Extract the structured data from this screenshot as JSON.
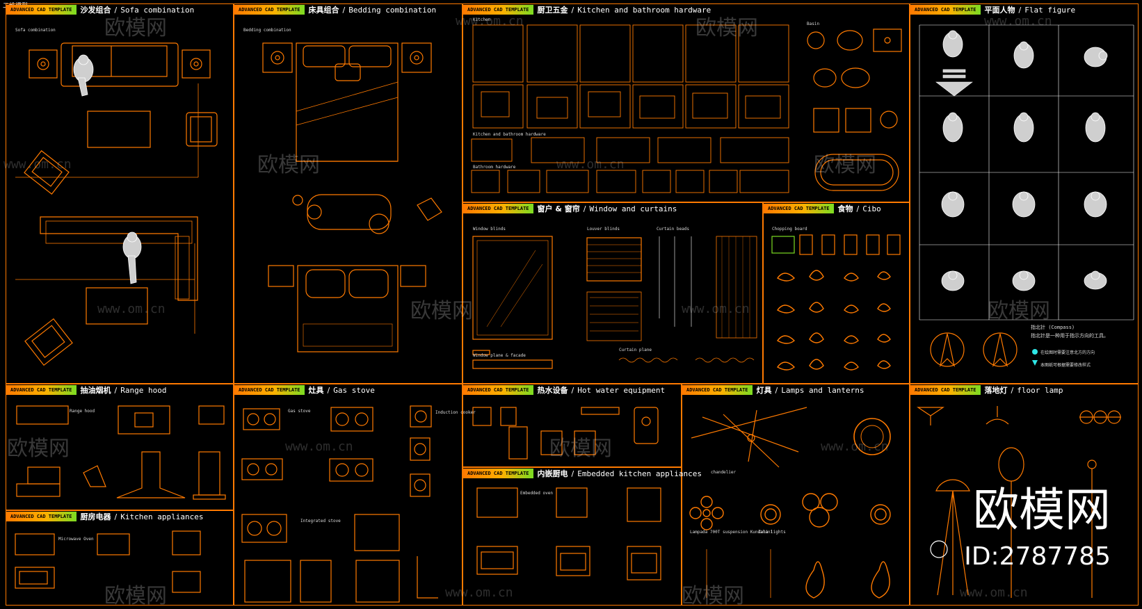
{
  "corner_label": "二维模型",
  "badge_text": "ADVANCED CAD TEMPLATE",
  "panels": [
    {
      "zh": "沙发组合",
      "en": "Sofa combination"
    },
    {
      "zh": "床具组合",
      "en": "Bedding combination"
    },
    {
      "zh": "厨卫五金",
      "en": "Kitchen and bathroom hardware"
    },
    {
      "zh": "平面人物",
      "en": "Flat figure"
    },
    {
      "zh": "窗户 & 窗帘",
      "en": "Window and curtains"
    },
    {
      "zh": "食物",
      "en": "Cibo"
    },
    {
      "zh": "抽油烟机",
      "en": "Range hood"
    },
    {
      "zh": "灶具",
      "en": "Gas stove"
    },
    {
      "zh": "热水设备",
      "en": "Hot water equipment"
    },
    {
      "zh": "灯具",
      "en": "Lamps and lanterns"
    },
    {
      "zh": "落地灯",
      "en": "floor lamp"
    },
    {
      "zh": "厨房电器",
      "en": "Kitchen appliances"
    },
    {
      "zh": "内嵌厨电",
      "en": "Embedded kitchen appliances"
    }
  ],
  "labels": {
    "sofa": "Sofa combination",
    "bedding": "Bedding combination",
    "kitchen": "Kitchen",
    "basin": "Basin",
    "kb_hardware": "Kitchen and bathroom hardware",
    "bathroom": "Bathroom hardware",
    "window_blinds": "Window blinds",
    "louver": "Louver blinds",
    "curtain_beads": "Curtain beads",
    "window_plane": "Window plane & facade",
    "curtain_plane": "Curtain plane",
    "chopping": "Chopping board",
    "compass_title": "指北针 (Compass)",
    "compass_line": "指北针是一种用于指示方向的工具。",
    "compass_note1": "在绘图时需要注意北方的方向",
    "compass_note2": "本图纸可根据需要修改样式",
    "range_hood": "Range hood",
    "gas_stove": "Gas stove",
    "induction": "Induction cooker",
    "integrated": "Integrated stove",
    "microwave": "Microwave Oven",
    "embedded_oven": "Embedded oven",
    "chandelier": "chandelier",
    "zaha": "Zaha lights",
    "lampada": "Lampada 700T suspension Kundalini"
  },
  "watermark": {
    "logo": "欧模网",
    "url": "www.om.cn"
  },
  "brand": {
    "name": "欧模网",
    "id": "ID:2787785"
  },
  "colors": {
    "line": "#ff7a00",
    "bg": "#000000"
  }
}
